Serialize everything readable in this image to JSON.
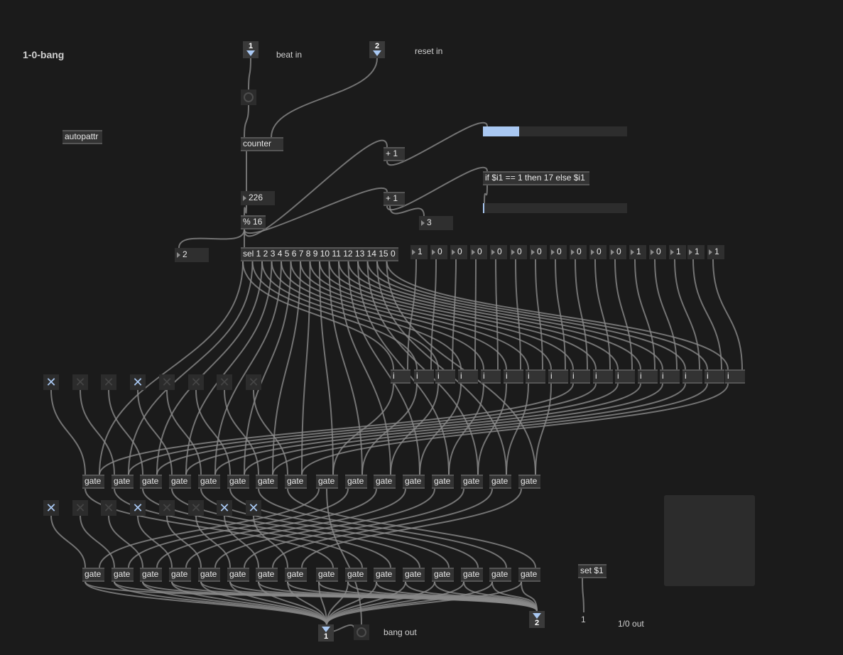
{
  "title": "1-0-bang",
  "inlets": [
    {
      "number": "1",
      "comment": "beat in"
    },
    {
      "number": "2",
      "comment": "reset in"
    }
  ],
  "outlets": [
    {
      "number": "1",
      "comment": "bang out"
    },
    {
      "number": "2",
      "comment": "1/0 out"
    }
  ],
  "objects": {
    "autopattr": "autopattr",
    "counter": "counter",
    "plus_one_a": "+ 1",
    "plus_one_b": "+ 1",
    "mod": "% 16",
    "sel": "sel 1 2 3 4 5 6 7 8 9 10 11 12 13 14 15 0",
    "if_expr": "if $i1 == 1 then 17 else $i1",
    "set_msg": "set $1",
    "gate_label": "gate",
    "int_label": "i"
  },
  "numbers": {
    "counter_value": "226",
    "mod_left": "2",
    "plus_one_b_value": "3",
    "pattern": [
      "1",
      "0",
      "0",
      "0",
      "0",
      "0",
      "0",
      "0",
      "0",
      "0",
      "0",
      "1",
      "0",
      "1",
      "1",
      "1"
    ]
  },
  "slider_levels": {
    "position": 0.25,
    "if_output": 0.0
  },
  "toggles_row1": [
    true,
    false,
    false,
    true,
    false,
    false,
    false,
    false
  ],
  "toggles_row2": [
    true,
    false,
    false,
    true,
    false,
    false,
    true,
    true
  ],
  "outlet_value_label": "1",
  "colors": {
    "background": "#1b1b1b",
    "accent": "#a9c8f2",
    "cord": "#8a8a8a",
    "object": "#333333"
  }
}
